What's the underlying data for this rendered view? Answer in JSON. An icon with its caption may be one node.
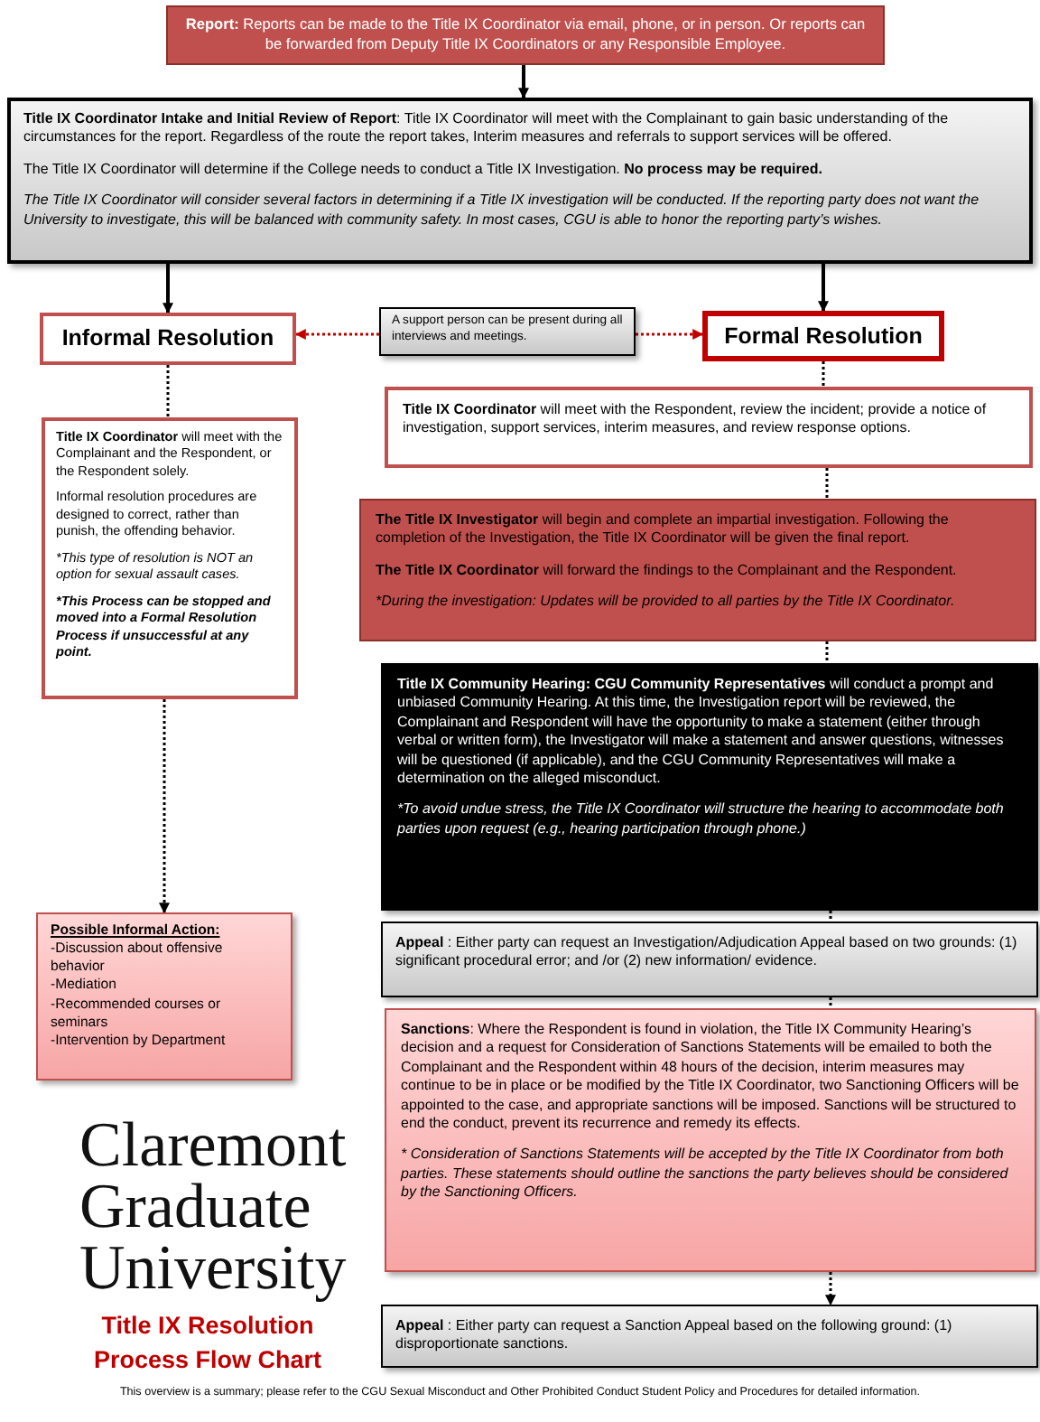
{
  "diagram": {
    "title": "Title IX Resolution Process Flow Chart",
    "caption": "This overview is a summary; please refer to the CGU Sexual Misconduct and Other Prohibited Conduct Student Policy and Procedures for detailed information.",
    "nodes": [
      {
        "text": [
          "**Report:** Reports can be made to the Title IX Coordinator via email, phone, or in person. Or reports can be forwarded from Deputy Title IX Coordinators or any Responsible Employee."
        ]
      },
      {
        "text": [
          "**Title IX Coordinator Intake and Initial Review of Report**: Title IX Coordinator will meet with the Complainant to gain basic understanding of the circumstances for the report. Regardless of the route the report takes, Interim measures and referrals to support services will be offered.",
          "The Title IX Coordinator will determine if the College needs to conduct a Title IX Investigation. **No process may be required.**",
          "The Title IX Coordinator will consider several factors in determining if a Title IX investigation will be conducted. If the reporting party does not want the University to investigate, this will be balanced with community safety. In most cases, CGU is able to honor the reporting party’s wishes."
        ]
      },
      {
        "text": [
          "Informal Resolution"
        ]
      },
      {
        "text": [
          "A support person can be present during all interviews and meetings."
        ]
      },
      {
        "text": [
          "Formal Resolution"
        ]
      },
      {
        "text": [
          "**Title IX Coordinator** will meet with the Complainant and the Respondent, or the Respondent solely.",
          "Informal resolution procedures are designed to correct, rather than punish, the offending behavior.",
          "*This type of resolution is NOT an option for sexual assault cases.",
          "*This Process can be stopped and moved into a Formal Resolution Process if unsuccessful at any point."
        ]
      },
      {
        "text": [
          "Possible Informal Action:",
          "-Discussion about offensive behavior",
          "-Mediation",
          "-Recommended courses or seminars",
          "-Intervention by Department"
        ]
      },
      {
        "text": [
          "**Title IX Coordinator** will meet with the Respondent, review the incident; provide a notice of investigation, support services, interim measures, and review response options."
        ]
      },
      {
        "text": [
          "**The Title IX Investigator** will begin and complete an impartial investigation. Following the completion of the Investigation, the Title IX Coordinator will be given the final report.",
          "**The Title IX Coordinator** will forward the findings to the Complainant and the Respondent.",
          "*During the investigation: Updates will be provided to all parties by the Title IX Coordinator."
        ]
      },
      {
        "text": [
          "**Title IX Community Hearing: CGU Community Representatives** will conduct a prompt and unbiased Community Hearing. At this time, the Investigation report will be reviewed, the Complainant and Respondent will have the opportunity to make a statement (either through verbal or written form), the Investigator will make a statement and answer questions, witnesses will be questioned (if applicable), and the CGU Community Representatives will make a determination on the alleged misconduct.",
          "*To avoid undue stress, the Title IX Coordinator will structure the hearing to accommodate both parties upon request (e.g., hearing participation through phone.)"
        ]
      },
      {
        "text": [
          "**Appeal** : Either party can request an Investigation/Adjudication Appeal based on two grounds: (1) significant procedural error; and /or (2) new information/ evidence."
        ]
      },
      {
        "text": [
          "**Sanctions**: Where the Respondent is found in violation, the Title IX Community Hearing’s decision and a request for Consideration of Sanctions Statements will be emailed to both the Complainant and the Respondent within 48 hours of the decision, interim measures may continue to be in place or be modified by the Title IX Coordinator, two Sanctioning Officers will be appointed to the case, and appropriate sanctions will be imposed. Sanctions will be structured to end the conduct, prevent its recurrence and remedy its effects.",
          "* Consideration of Sanctions Statements will be accepted by the Title IX Coordinator from both parties. These statements should outline the sanctions the party believes should be considered by the Sanctioning Officers."
        ]
      },
      {
        "text": [
          "**Appeal** : Either party can request a Sanction Appeal based on the following ground: (1) disproportionate sanctions."
        ]
      }
    ],
    "edges": [
      {
        "from": 0,
        "to": 1,
        "arrow": "to"
      },
      {
        "from": 1,
        "to": 2,
        "arrow": "to"
      },
      {
        "from": 1,
        "to": 4,
        "arrow": "to"
      },
      {
        "from": 3,
        "to": 2,
        "arrow": "to",
        "style": "dashed",
        "color": "#c00000"
      },
      {
        "from": 3,
        "to": 4,
        "arrow": "to",
        "style": "dashed",
        "color": "#c00000"
      },
      {
        "from": 2,
        "to": 5,
        "arrow": "none",
        "style": "dashed"
      },
      {
        "from": 5,
        "to": 6,
        "arrow": "to",
        "style": "dashed"
      },
      {
        "from": 4,
        "to": 7,
        "arrow": "none",
        "style": "dashed"
      },
      {
        "from": 7,
        "to": 8,
        "arrow": "none",
        "style": "dashed"
      },
      {
        "from": 8,
        "to": 9,
        "arrow": "none",
        "style": "dashed"
      },
      {
        "from": 9,
        "to": 10,
        "arrow": "none",
        "style": "dashed"
      },
      {
        "from": 10,
        "to": 11,
        "arrow": "none",
        "style": "dashed"
      },
      {
        "from": 11,
        "to": 12,
        "arrow": "to",
        "style": "dashed"
      }
    ],
    "labels": [
      "Claremont Graduate University"
    ]
  }
}
